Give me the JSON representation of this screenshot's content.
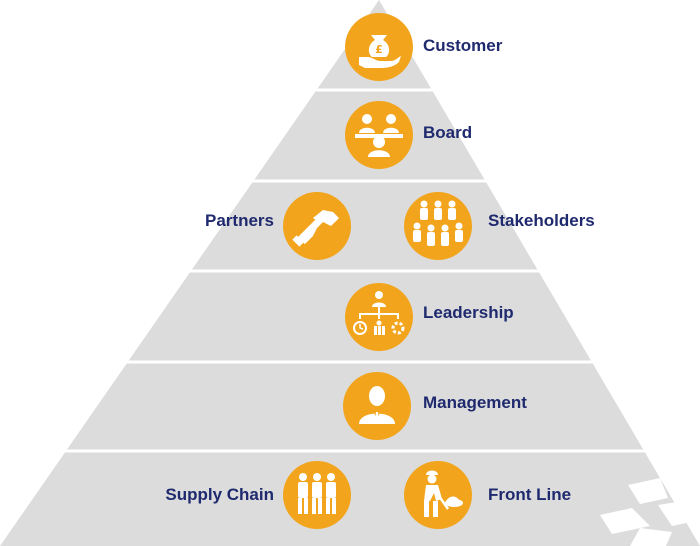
{
  "diagram": {
    "colors": {
      "pyramid_fill": "#dcdcdc",
      "divider": "#ffffff",
      "circle": "#f2a51c",
      "icon": "#ffffff",
      "label": "#1f2a6e"
    },
    "levels": [
      {
        "nodes": [
          {
            "label": "Customer",
            "icon": "money-bag-hand-icon"
          }
        ]
      },
      {
        "nodes": [
          {
            "label": "Board",
            "icon": "boardroom-icon"
          }
        ]
      },
      {
        "nodes": [
          {
            "label": "Partners",
            "icon": "handshake-icon"
          },
          {
            "label": "Stakeholders",
            "icon": "group-people-icon"
          }
        ]
      },
      {
        "nodes": [
          {
            "label": "Leadership",
            "icon": "org-chart-icon"
          }
        ]
      },
      {
        "nodes": [
          {
            "label": "Management",
            "icon": "manager-icon"
          }
        ]
      },
      {
        "nodes": [
          {
            "label": "Supply Chain",
            "icon": "workers-line-icon"
          },
          {
            "label": "Front Line",
            "icon": "shovel-worker-icon"
          }
        ]
      }
    ]
  }
}
